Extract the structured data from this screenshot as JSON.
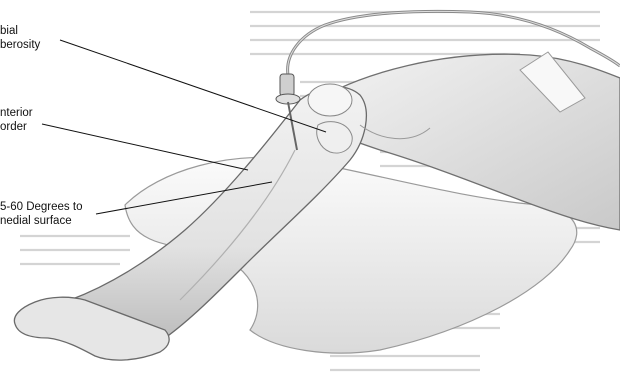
{
  "labels": {
    "tibial_tuberosity": {
      "line1": "bial",
      "line2": "berosity"
    },
    "anterior_border": {
      "line1": "nterior",
      "line2": "order"
    },
    "insertion_angle": {
      "line1": "5-60 Degrees to",
      "line2": "nedial surface"
    }
  },
  "colors": {
    "background_text": "#cfcfcf",
    "skin": "#e9e9e9",
    "skin_shadow": "#bdbdbd",
    "outline": "#555555",
    "needle": "#7a7a7a",
    "leader_line": "#111111"
  }
}
